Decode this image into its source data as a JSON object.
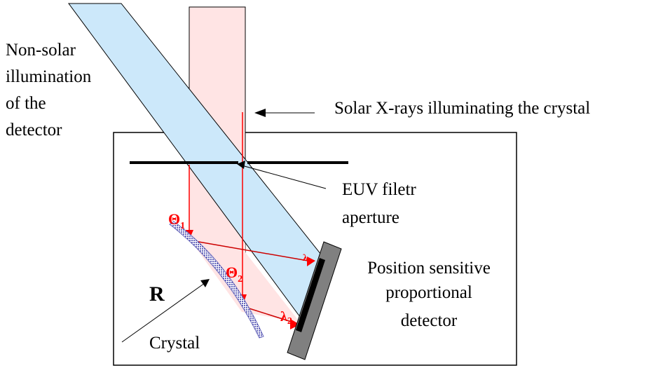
{
  "diagram": {
    "title": "Bent crystal X-ray spectrometer schematic",
    "labels": {
      "non_solar": [
        "Non-solar",
        "illumination",
        "of the",
        "detector"
      ],
      "solar_xrays": "Solar X-rays illuminating the crystal",
      "euv_filter": [
        "EUV filetr",
        "aperture"
      ],
      "detector": [
        "Position sensitive",
        "proportional",
        "detector"
      ],
      "crystal": "Crystal",
      "radius": "R",
      "theta1": "Θ",
      "theta1_sub": "1",
      "theta2": "Θ",
      "theta2_sub": "2",
      "lambda1": "λ",
      "lambda1_sub": "1",
      "lambda2": "λ",
      "lambda2_sub": "2"
    },
    "colors": {
      "solar_beam": "#ffe4e4",
      "non_solar_beam": "#cce8fa",
      "ray": "#ff0000",
      "crystal": "#8888cc",
      "detector_body": "#808080",
      "detector_window": "#000000"
    }
  }
}
